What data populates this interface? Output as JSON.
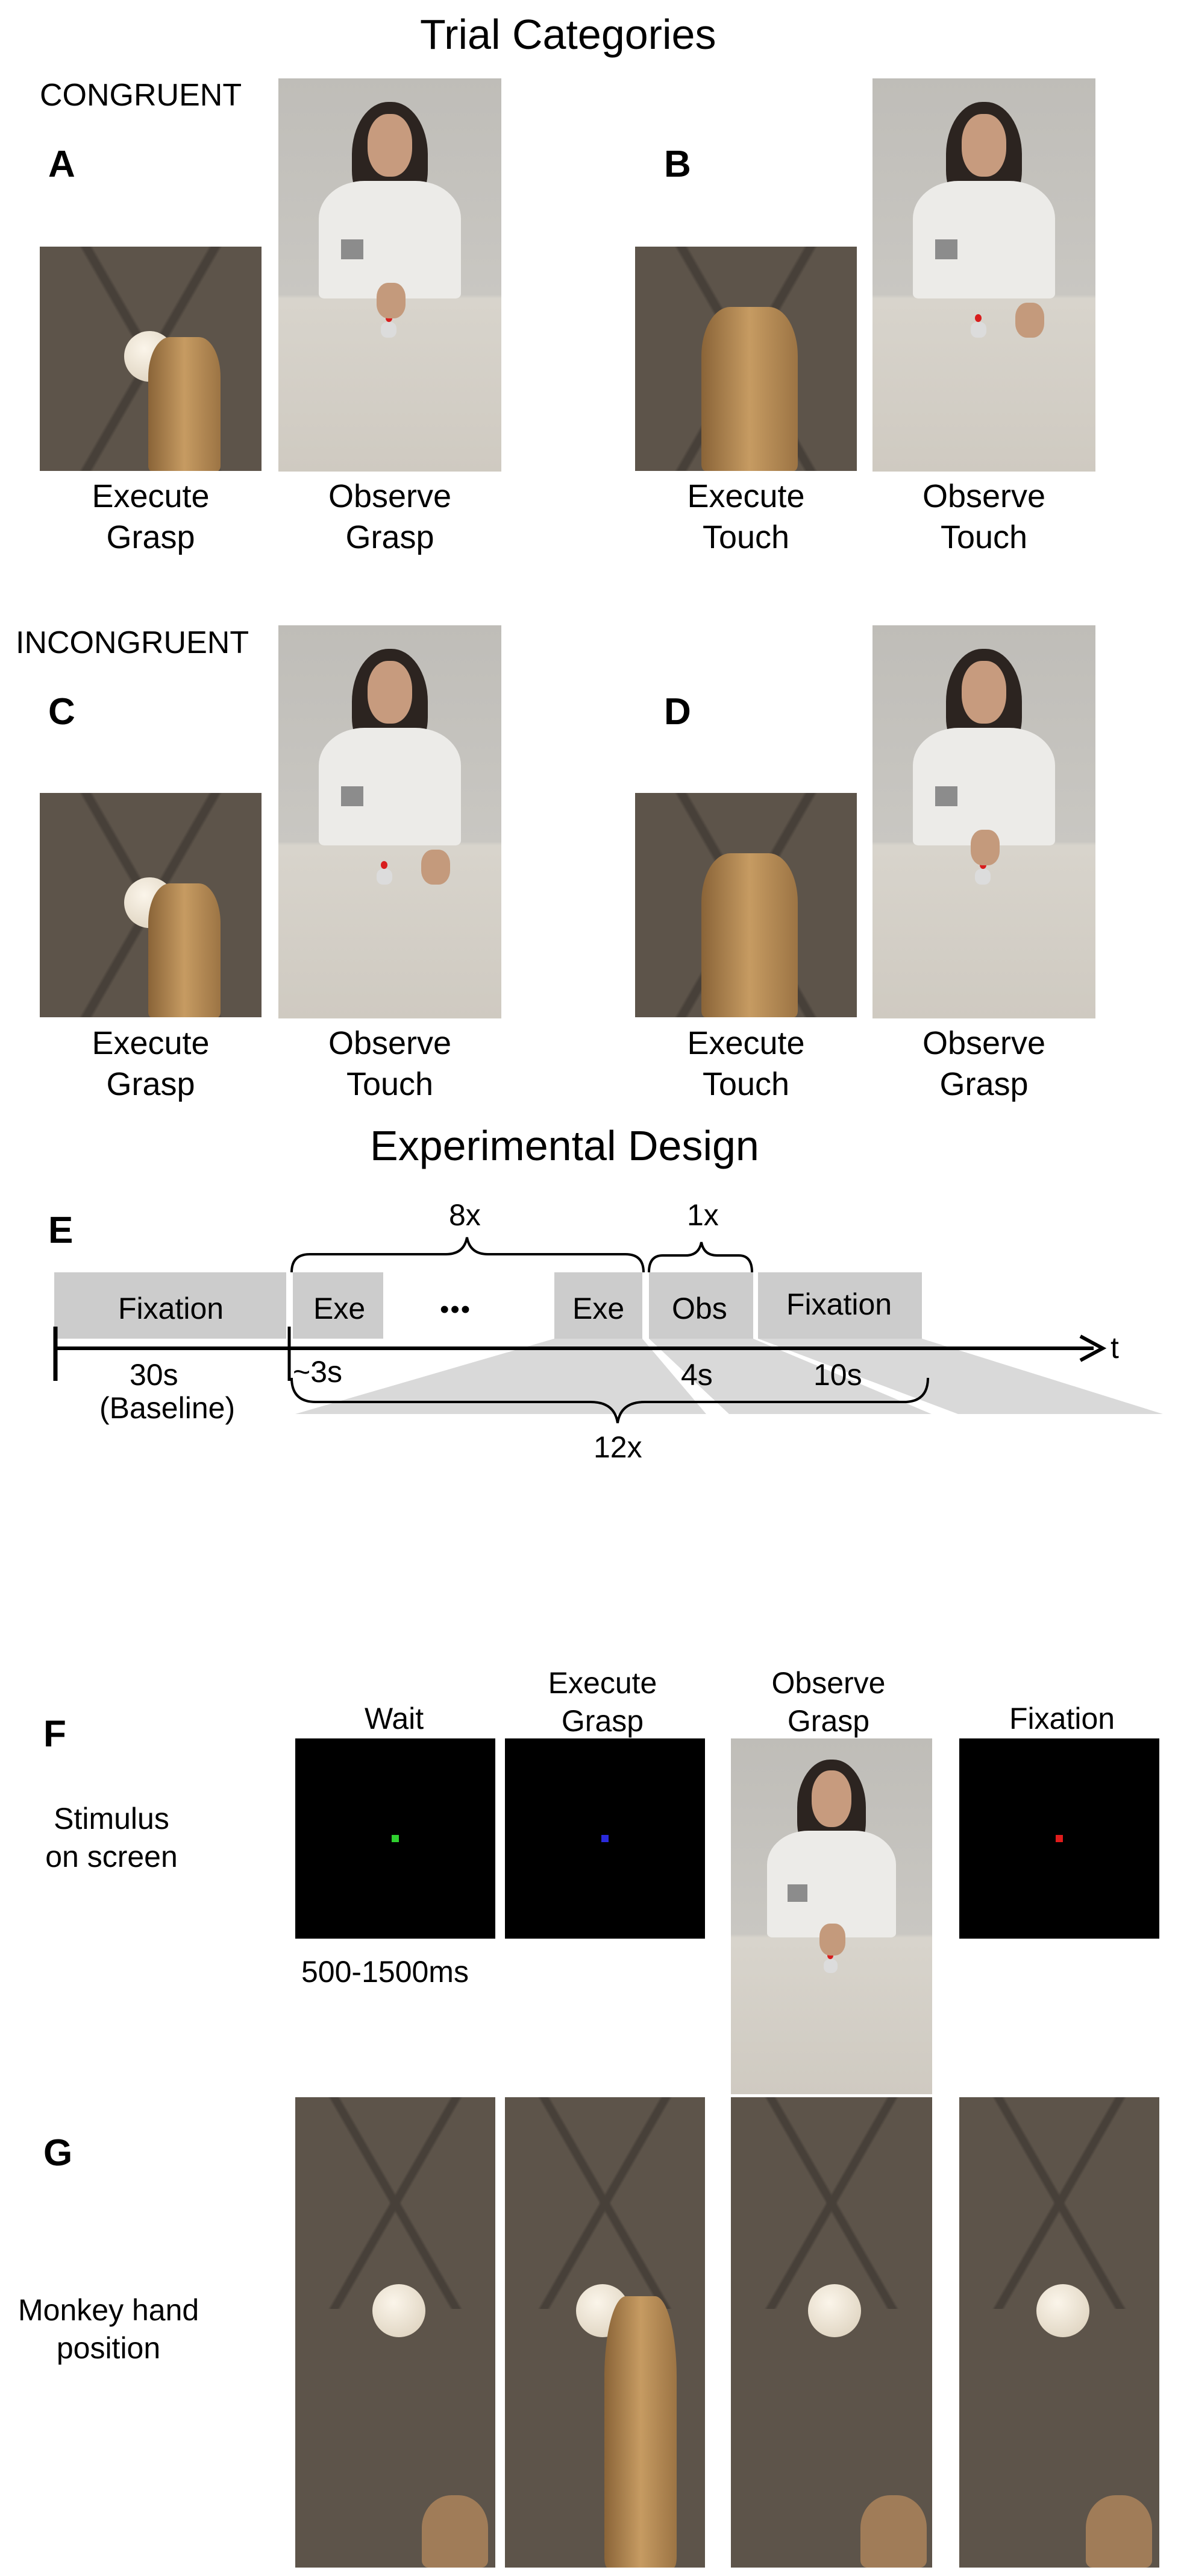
{
  "titles": {
    "trial": "Trial Categories",
    "design": "Experimental Design"
  },
  "categories": {
    "congruent": "CONGRUENT",
    "incongruent": "INCONGRUENT"
  },
  "letters": {
    "A": "A",
    "B": "B",
    "C": "C",
    "D": "D",
    "E": "E",
    "F": "F",
    "G": "G"
  },
  "panels": {
    "A": {
      "left_l1": "Execute",
      "left_l2": "Grasp",
      "right_l1": "Observe",
      "right_l2": "Grasp"
    },
    "B": {
      "left_l1": "Execute",
      "left_l2": "Touch",
      "right_l1": "Observe",
      "right_l2": "Touch"
    },
    "C": {
      "left_l1": "Execute",
      "left_l2": "Grasp",
      "right_l1": "Observe",
      "right_l2": "Touch"
    },
    "D": {
      "left_l1": "Execute",
      "left_l2": "Touch",
      "right_l1": "Observe",
      "right_l2": "Grasp"
    }
  },
  "timeline": {
    "fixation": "Fixation",
    "exe1": "Exe",
    "ellipsis": "•••",
    "exe2": "Exe",
    "obs": "Obs",
    "fixation2": "Fixation",
    "rep8": "8x",
    "rep1": "1x",
    "rep12": "12x",
    "t30": "30s",
    "baseline": "(Baseline)",
    "t3": "~3s",
    "t4": "4s",
    "t10": "10s",
    "axis": "t"
  },
  "stimulus": {
    "row_label_l1": "Stimulus",
    "row_label_l2": "on screen",
    "wait": "Wait",
    "exec_l1": "Execute",
    "exec_l2": "Grasp",
    "obs_l1": "Observe",
    "obs_l2": "Grasp",
    "fix": "Fixation",
    "duration": "500-1500ms",
    "dot_colors": {
      "wait": "#2fd02f",
      "execute": "#2a2adc",
      "fixation": "#e01c1c"
    }
  },
  "hand": {
    "row_label_l1": "Monkey hand",
    "row_label_l2": "position"
  },
  "colors": {
    "timeline_box": "#cccccc",
    "zoom_wedge": "#d9d9d9",
    "screen": "#000000"
  }
}
